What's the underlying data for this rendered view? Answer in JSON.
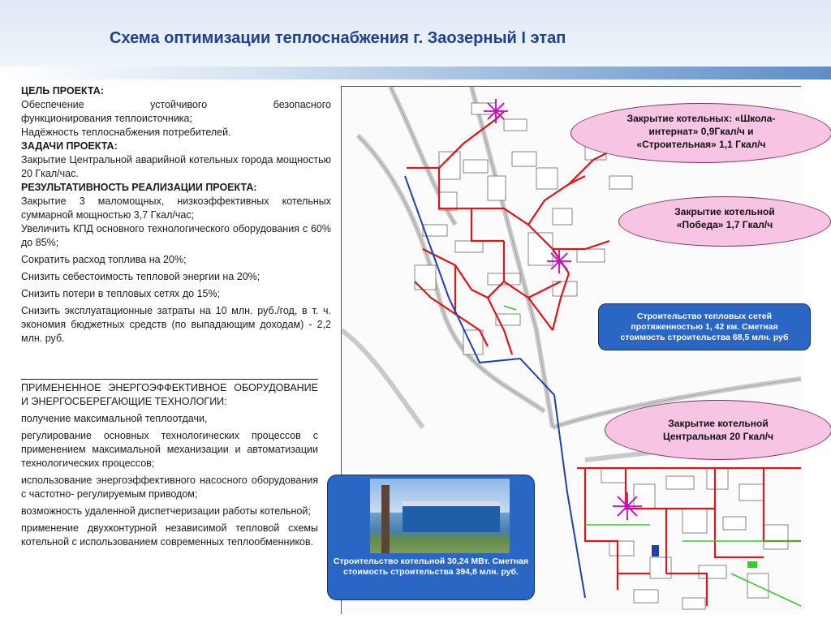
{
  "header": {
    "title": "Схема оптимизации теплоснабжения г. Заозерный  I этап"
  },
  "left": {
    "goal_heading": "ЦЕЛЬ ПРОЕКТА:",
    "goal_line1": "Обеспечение устойчивого безопасного",
    "goal_line2": "функционирования теплоисточника;",
    "goal_line3": "Надёжность теплоснабжения потребителей.",
    "tasks_heading": "ЗАДАЧИ ПРОЕКТА:",
    "tasks_text": "Закрытие Центральной аварийной котельных города мощностью 20 Гкал/час.",
    "results_heading": "РЕЗУЛЬТАТИВНОСТЬ РЕАЛИЗАЦИИ ПРОЕКТА:",
    "result1": "Закрытие 3 маломощных, низкоэффективных котельных суммарной мощностью 3,7 Гкал/час;",
    "result2": "Увеличить КПД основного технологического оборудования с 60% до 85%;",
    "result3": "Сократить расход топлива на 20%;",
    "result4": "Снизить себестоимость тепловой энергии на 20%;",
    "result5": "Снизить потери в тепловых сетях до 15%;",
    "result6": "Снизить эксплуатационные затраты на 10 млн. руб./год, в т. ч. экономия бюджетных средств (по выпадающим доходам) - 2,2 млн. руб."
  },
  "tech": {
    "heading": "ПРИМЕНЕННОЕ ЭНЕРГОЭФФЕКТИВНОЕ ОБОРУДОВАНИЕ И ЭНЕРГОСБЕРЕГАЮЩИЕ ТЕХНОЛОГИИ:",
    "item1": "получение максимальной теплоотдачи,",
    "item2": "регулирование основных технологических процессов с применением максимальной механизации и автоматизации технологических процессов;",
    "item3": "использование энергоэффективного насосного оборудования с частотно- регулируемым приводом;",
    "item4": "возможность удаленной диспетчеризации работы котельной;",
    "item5": "применение двухконтурной независимой тепловой схемы котельной с использованием современных теплообменников."
  },
  "callouts": {
    "c1": "Закрытие котельных: «Школа-интернат» 0,9Гкал/ч и «Строительная» 1,1 Гкал/ч",
    "c2": "Закрытие котельной «Победа» 1,7 Гкал/ч",
    "c3": "Строительство тепловых сетей протяженностью 1, 42 км. Сметная стоимость строительства 68,5 млн. руб",
    "c4": "Закрытие котельной Центральная 20 Гкал/ч",
    "c5": "Строительство котельной 30,24 МВт. Сметная стоимость строительства 394,8 млн. руб."
  },
  "colors": {
    "title": "#1f3f8f",
    "pink_callout": "#f8c4e3",
    "blue_callout": "#2a66c4",
    "heat_network": "#e0141b",
    "new_pipeline": "#1f3fb0",
    "closed_boiler": "#cc00cc",
    "green_line": "#33cc33"
  }
}
